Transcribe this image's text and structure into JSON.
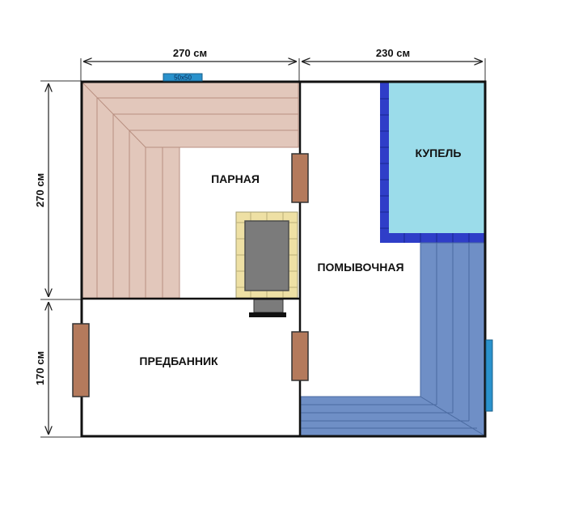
{
  "dimensions": {
    "top_left": "270 см",
    "top_right": "230 см",
    "left_top": "270 см",
    "left_bottom": "170 см"
  },
  "window_label": "50х50",
  "rooms": {
    "steam": "ПАРНАЯ",
    "plunge": "КУПЕЛЬ",
    "wash": "ПОМЫВОЧНАЯ",
    "lobby": "ПРЕДБАННИК"
  },
  "colors": {
    "wall": "#111111",
    "steam_bench": "#e2c7bb",
    "bench_line": "#b88f80",
    "door": "#b47a5c",
    "stove_frame": "#eee0a4",
    "stove_body": "#7b7b7b",
    "pool_water": "#9bdcea",
    "pool_tile": "#2f3ec8",
    "wash_floor": "#6f8fc6",
    "window": "#2a92cc"
  }
}
